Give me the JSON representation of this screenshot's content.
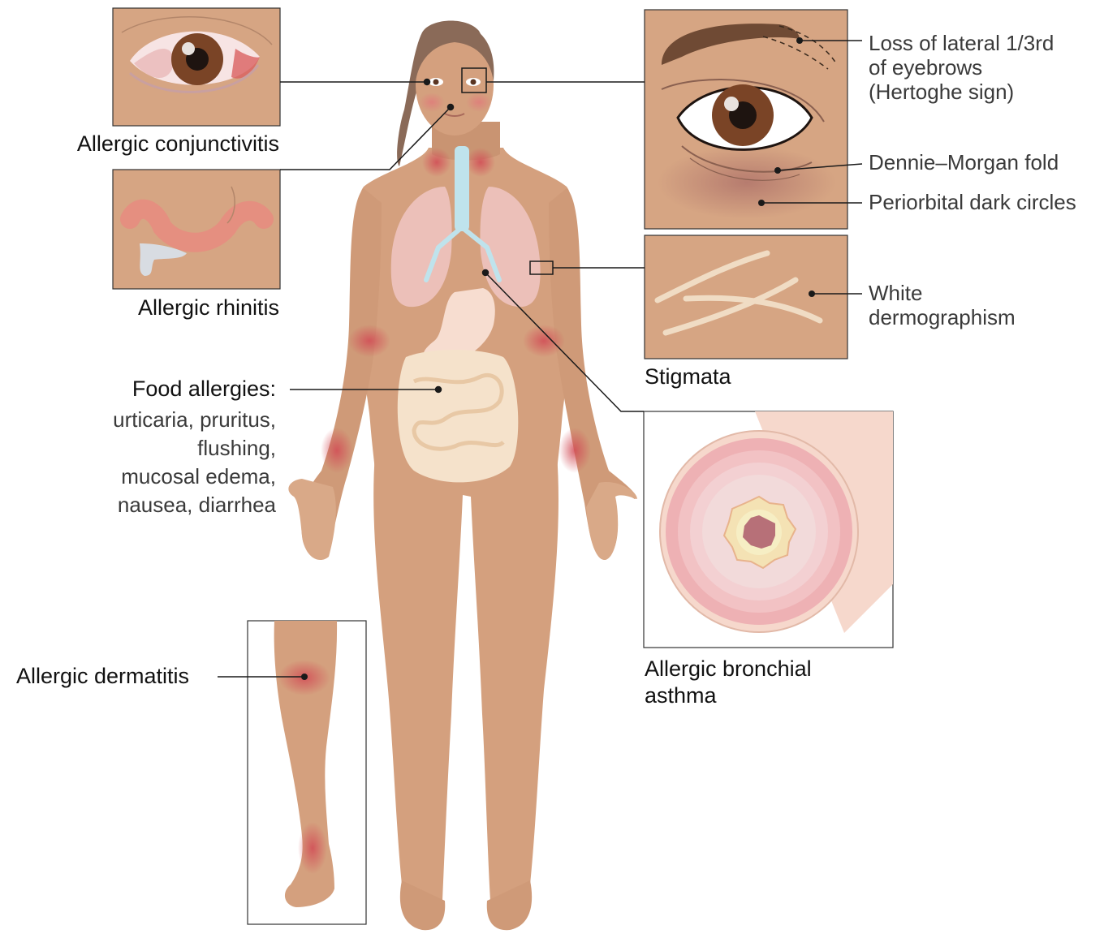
{
  "labels": {
    "conjunctivitis": "Allergic conjunctivitis",
    "rhinitis": "Allergic rhinitis",
    "food_title": "Food allergies:",
    "food_lines": [
      "urticaria, pruritus,",
      "flushing,",
      "mucosal edema,",
      "nausea, diarrhea"
    ],
    "dermatitis": "Allergic dermatitis",
    "eyebrow_lines": [
      "Loss of lateral 1/3rd",
      "of eyebrows",
      "(Hertoghe sign)"
    ],
    "dennie_morgan": "Dennie–Morgan fold",
    "dark_circles": "Periorbital dark circles",
    "white_derm_lines": [
      "White",
      "dermographism"
    ],
    "stigmata": "Stigmata",
    "asthma_lines": [
      "Allergic bronchial",
      "asthma"
    ]
  },
  "colors": {
    "skin": "#d4a07e",
    "skin_dark": "#b9825f",
    "panel_bg": "#d6a583",
    "rash": "#d2686b",
    "lung": "#f0c6c3",
    "trachea": "#bfe3ec",
    "gut": "#f5e2cb",
    "line": "#1a1a1a"
  }
}
